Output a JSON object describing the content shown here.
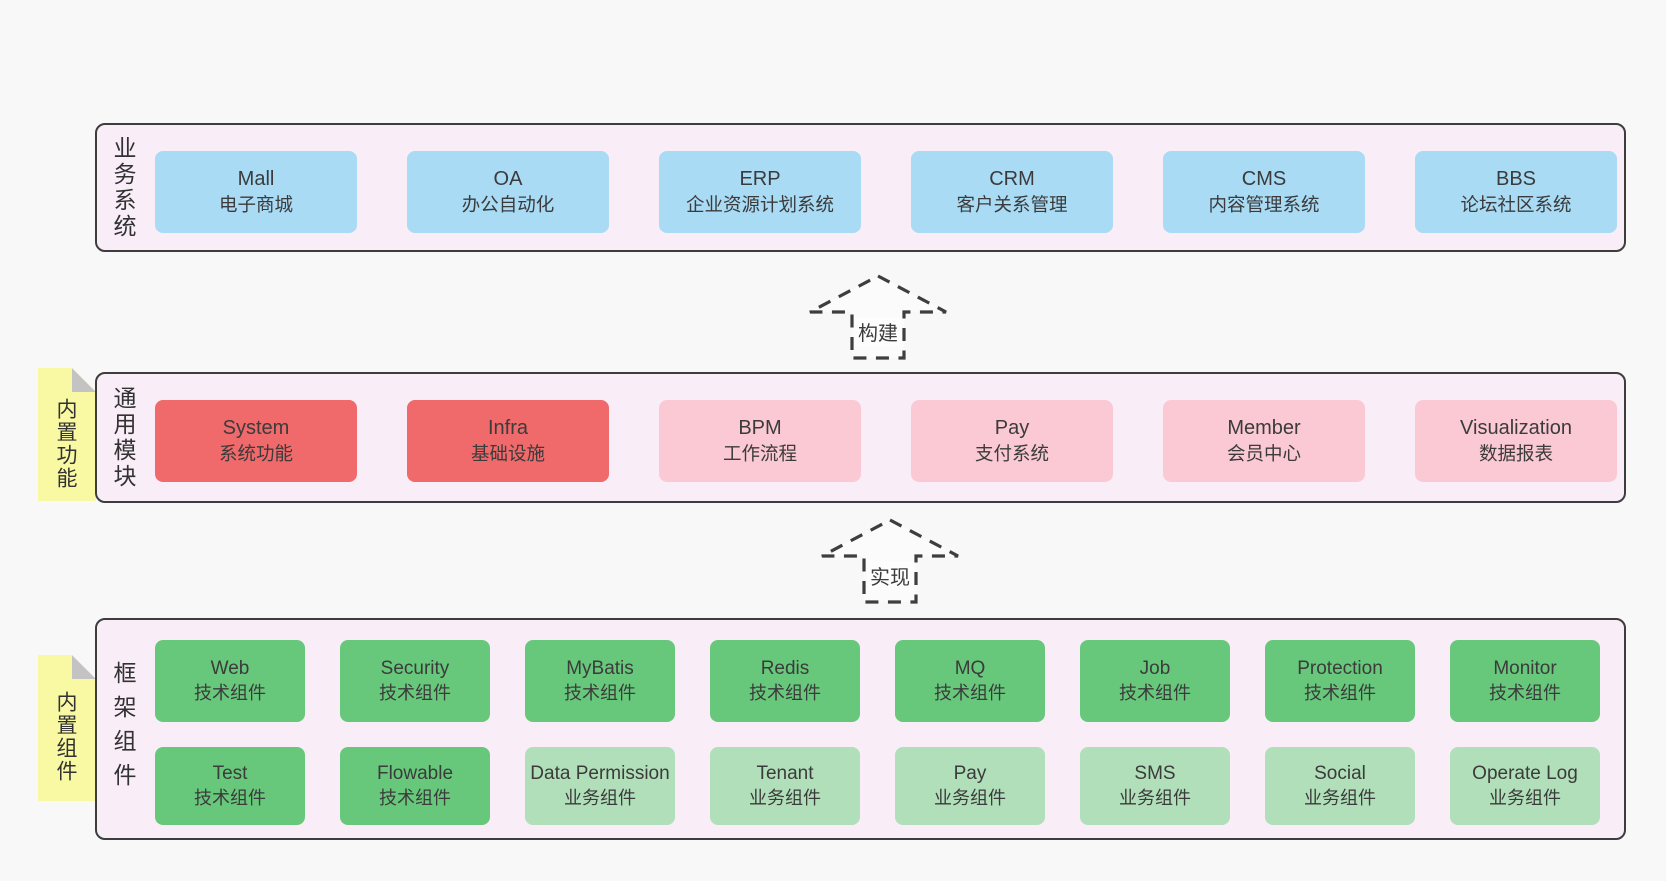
{
  "page": {
    "background": "#f8f8f8"
  },
  "palette": {
    "container_fill": "#f9eef8",
    "container_border": "#3d3d3d",
    "blue_node": "#a9dbf5",
    "red_node": "#f0696b",
    "pink_node": "#fbc9d3",
    "green_node": "#67c87b",
    "light_green_node": "#b0dfb9",
    "sticky": "#f9f9a3",
    "sticky_fold": "#c3c3c3",
    "text": "#3b3b3b"
  },
  "arrows": [
    {
      "label": "构建"
    },
    {
      "label": "实现"
    }
  ],
  "sections": [
    {
      "label": "业务系统",
      "boxes": [
        {
          "en": "Mall",
          "zh": "电子商城"
        },
        {
          "en": "OA",
          "zh": "办公自动化"
        },
        {
          "en": "ERP",
          "zh": "企业资源计划系统"
        },
        {
          "en": "CRM",
          "zh": "客户关系管理"
        },
        {
          "en": "CMS",
          "zh": "内容管理系统"
        },
        {
          "en": "BBS",
          "zh": "论坛社区系统"
        }
      ]
    },
    {
      "label": "通用模块",
      "sticky": "内置功能",
      "boxes": [
        {
          "en": "System",
          "zh": "系统功能"
        },
        {
          "en": "Infra",
          "zh": "基础设施"
        },
        {
          "en": "BPM",
          "zh": "工作流程"
        },
        {
          "en": "Pay",
          "zh": "支付系统"
        },
        {
          "en": "Member",
          "zh": "会员中心"
        },
        {
          "en": "Visualization",
          "zh": "数据报表"
        }
      ]
    },
    {
      "label": "框架组件",
      "sticky": "内置组件",
      "rows": [
        [
          {
            "en": "Web",
            "zh": "技术组件"
          },
          {
            "en": "Security",
            "zh": "技术组件"
          },
          {
            "en": "MyBatis",
            "zh": "技术组件"
          },
          {
            "en": "Redis",
            "zh": "技术组件"
          },
          {
            "en": "MQ",
            "zh": "技术组件"
          },
          {
            "en": "Job",
            "zh": "技术组件"
          },
          {
            "en": "Protection",
            "zh": "技术组件"
          },
          {
            "en": "Monitor",
            "zh": "技术组件"
          }
        ],
        [
          {
            "en": "Test",
            "zh": "技术组件"
          },
          {
            "en": "Flowable",
            "zh": "技术组件"
          },
          {
            "en": "Data Permission",
            "zh": "业务组件"
          },
          {
            "en": "Tenant",
            "zh": "业务组件"
          },
          {
            "en": "Pay",
            "zh": "业务组件"
          },
          {
            "en": "SMS",
            "zh": "业务组件"
          },
          {
            "en": "Social",
            "zh": "业务组件"
          },
          {
            "en": "Operate Log",
            "zh": "业务组件"
          }
        ]
      ]
    }
  ]
}
